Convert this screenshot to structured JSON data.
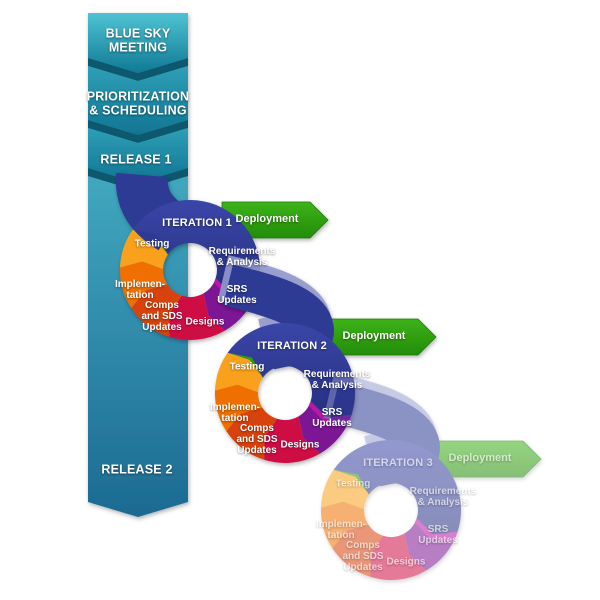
{
  "banner": {
    "blue_sky": "BLUE SKY\nMEETING",
    "prioritization": "PRIORITIZATION\n& SCHEDULING",
    "release_1": "RELEASE 1",
    "release_2": "RELEASE 2"
  },
  "cycles": [
    {
      "name": "ITERATION 1",
      "deployment": "Deployment",
      "segments": {
        "testing": "Testing",
        "implementation": "Implemen-\ntation",
        "comps": "Comps\nand SDS\nUpdates",
        "designs": "Designs",
        "srs": "SRS\nUpdates",
        "requirements": "Requirements\n& Analysis"
      }
    },
    {
      "name": "ITERATION 2",
      "deployment": "Deployment",
      "segments": {
        "testing": "Testing",
        "implementation": "Implemen-\ntation",
        "comps": "Comps\nand SDS\nUpdates",
        "designs": "Designs",
        "srs": "SRS\nUpdates",
        "requirements": "Requirements\n& Analysis"
      }
    },
    {
      "name": "ITERATION 3",
      "deployment": "Deployment",
      "segments": {
        "testing": "Testing",
        "implementation": "Implemen-\ntation",
        "comps": "Comps\nand SDS\nUpdates",
        "designs": "Designs",
        "srs": "SRS\nUpdates",
        "requirements": "Requirements\n& Analysis"
      }
    }
  ],
  "colors": {
    "banner_top": "#53C4D4",
    "banner_bottom": "#1C6A92",
    "banner_section1_top": "#4FC3D3",
    "banner_section1_bottom": "#0F7994",
    "banner_section2_top": "#2F9FB6",
    "banner_section2_bottom": "#107593",
    "banner_band": "#0B586E",
    "ribbon": "#2E3A95",
    "ribbon_light": "#9298CC",
    "ribbon_grad_top": "#3A46A8",
    "ribbon_grad_bottom": "#272F80",
    "deployment_green_top": "#3DB31A",
    "deployment_green_bottom": "#238C06",
    "deployment_green_edge": "#1E7A08",
    "testing": "#F9A11B",
    "implementation": "#EF7000",
    "comps": "#D8430D",
    "designs": "#CE0F45",
    "srs": "#7D1895",
    "srs_chevron": "#BC14A8",
    "cycle_green": "#2E9E10"
  }
}
